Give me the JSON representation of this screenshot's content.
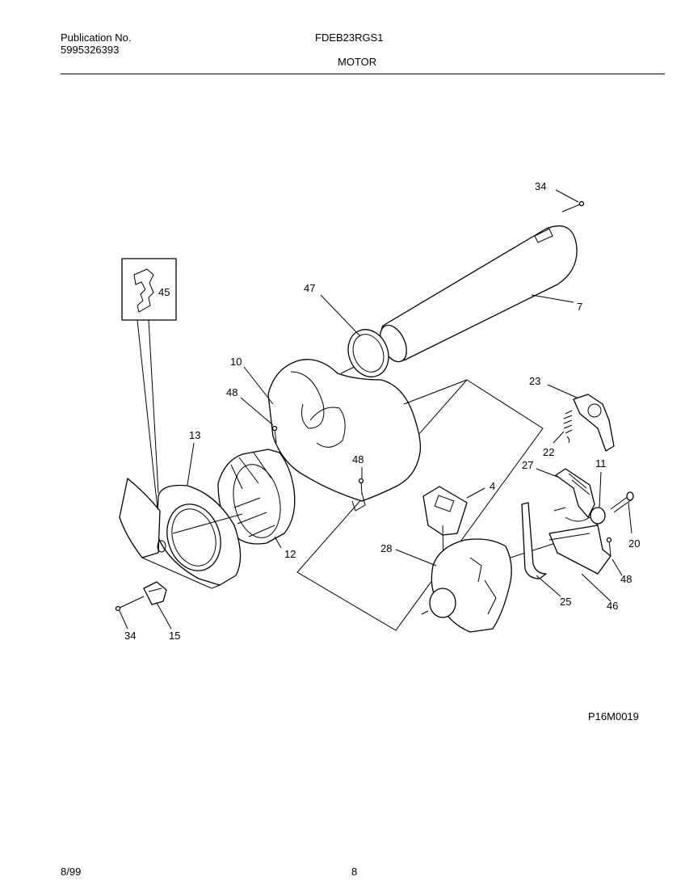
{
  "header": {
    "publication_label": "Publication No.",
    "publication_number": "5995326393",
    "model": "FDEB23RGS1",
    "section": "MOTOR"
  },
  "diagram": {
    "drawing_code": "P16M0019",
    "callouts": {
      "c34a": "34",
      "c7": "7",
      "c47": "47",
      "c45": "45",
      "c10": "10",
      "c48a": "48",
      "c23": "23",
      "c22": "22",
      "c13": "13",
      "c27": "27",
      "c11": "11",
      "c48b": "48",
      "c4": "4",
      "c20": "20",
      "c12": "12",
      "c28": "28",
      "c48c": "48",
      "c25": "25",
      "c46": "46",
      "c34b": "34",
      "c15": "15"
    }
  },
  "footer": {
    "date": "8/99",
    "page": "8"
  }
}
